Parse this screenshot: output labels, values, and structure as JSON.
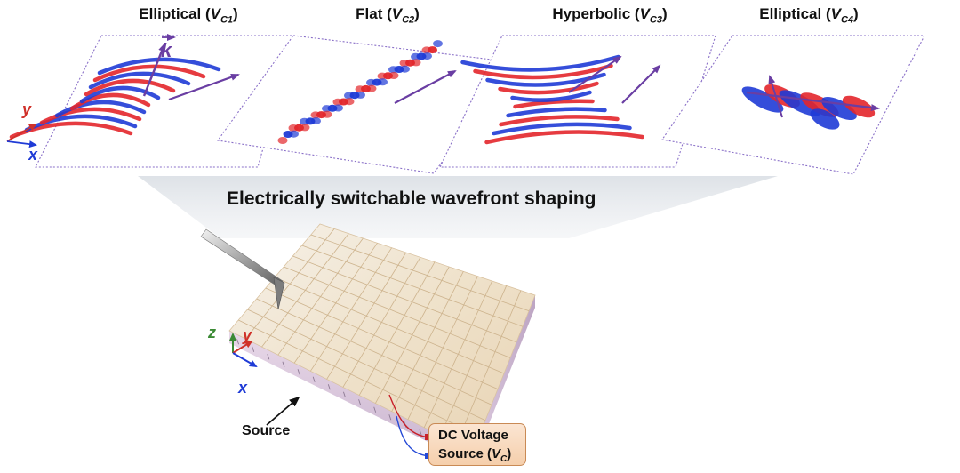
{
  "panels": [
    {
      "label": "Elliptical",
      "sub": "C1",
      "wavefront": "elliptical"
    },
    {
      "label": "Flat",
      "sub": "C2",
      "wavefront": "flat"
    },
    {
      "label": "Hyperbolic",
      "sub": "C3",
      "wavefront": "hyperbolic"
    },
    {
      "label": "Elliptical",
      "sub": "C4",
      "wavefront": "elliptical"
    }
  ],
  "voltage_symbol": "V",
  "headline": "Electrically switchable wavefront shaping",
  "wave_vector": "k",
  "panel_axes": {
    "x": "x",
    "y": "y"
  },
  "device_axes": {
    "x": "x",
    "y": "y",
    "z": "z"
  },
  "source_label": "Source",
  "dc_source": {
    "line1": "DC Voltage",
    "line2_prefix": "Source (",
    "symbol": "V",
    "sub": "C",
    "line2_suffix": ")"
  },
  "colors": {
    "wave_positive": "#e3262b",
    "wave_negative": "#1f3bd6",
    "wave_vector": "#6a3ea3",
    "axis_x": "#1f3bd6",
    "axis_y": "#d0312a",
    "axis_z": "#3b8a35",
    "lead_positive": "#c8202a",
    "lead_negative": "#2348d6"
  }
}
